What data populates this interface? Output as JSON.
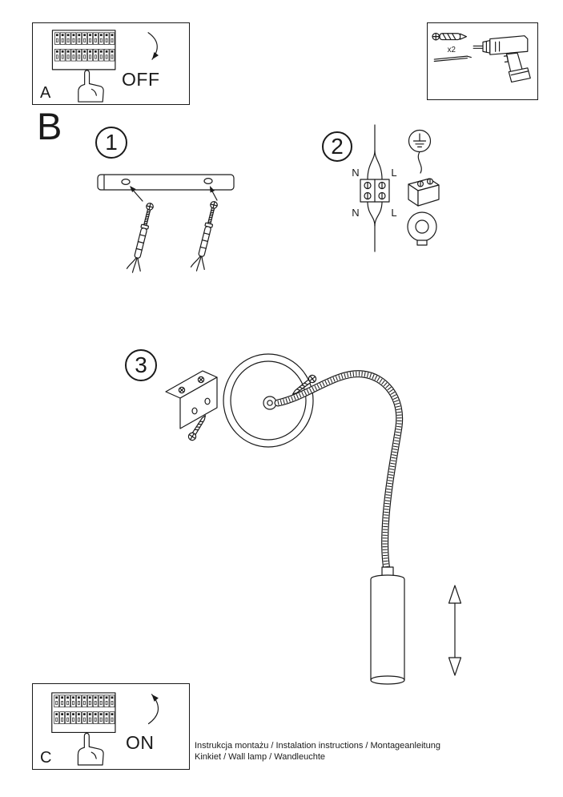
{
  "panel_a": {
    "label": "A",
    "state": "OFF"
  },
  "panel_c": {
    "label": "C",
    "state": "ON"
  },
  "section_b": {
    "label": "B"
  },
  "step1": {
    "number": "1"
  },
  "step2": {
    "number": "2",
    "n_top": "N",
    "l_top": "L",
    "n_bottom": "N",
    "l_bottom": "L"
  },
  "step3": {
    "number": "3"
  },
  "tools": {
    "count": "x2"
  },
  "footer": {
    "line1": "Instrukcja montażu / Instalation instructions / Montageanleitung",
    "line2": "Kinkiet  / Wall lamp / Wandleuchte"
  },
  "colors": {
    "line": "#1a1a1a",
    "paper": "#ffffff"
  }
}
